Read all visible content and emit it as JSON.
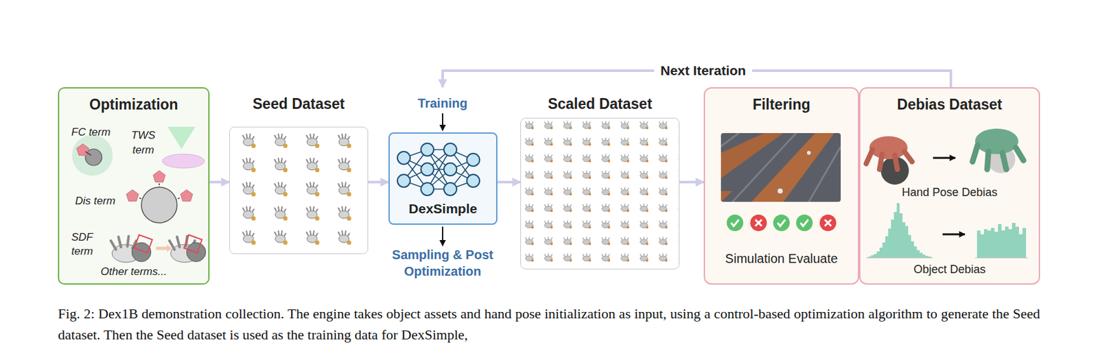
{
  "diagram": {
    "caption": "Fig. 2: Dex1B demonstration collection. The engine takes object assets and hand pose initialization as input, using a control-based optimization algorithm to generate the Seed dataset. Then the Seed dataset is used as the training data for DexSimple,",
    "nodes": [
      {
        "text": [
          "Optimization"
        ]
      },
      {
        "text": [
          "Seed Dataset"
        ]
      },
      {
        "text": [
          "DexSimple"
        ]
      },
      {
        "text": [
          "Scaled Dataset"
        ]
      },
      {
        "text": [
          "Filtering",
          "Simulation Evaluate"
        ]
      },
      {
        "text": [
          "Debias Dataset",
          "Hand Pose Debias",
          "Object Debias"
        ]
      }
    ],
    "edges": [
      {
        "from": 0,
        "to": 1,
        "arrow": "to"
      },
      {
        "from": 1,
        "to": 2,
        "arrow": "to"
      },
      {
        "from": 2,
        "to": 3,
        "arrow": "to"
      },
      {
        "from": 3,
        "to": 4,
        "arrow": "to"
      },
      {
        "from": 5,
        "to": 2,
        "label": "Next Iteration",
        "arrow": "to"
      }
    ],
    "labels": [
      "Training",
      "Sampling & Post Optimization",
      "FC term",
      "TWS term",
      "Dis term",
      "SDF term",
      "Other terms..."
    ]
  }
}
